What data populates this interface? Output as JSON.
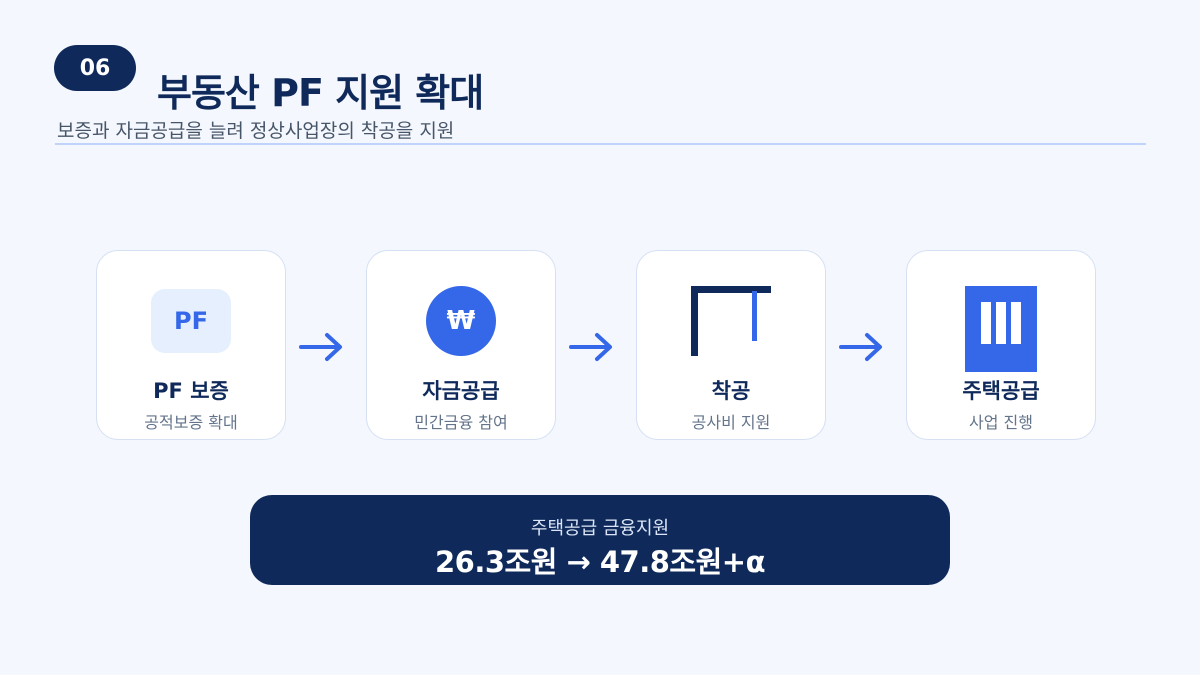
{
  "header": {
    "number": "06",
    "title": "부동산 PF 지원 확대",
    "subtitle": "보증과 자금공급을 늘려 정상사업장의 착공을 지원"
  },
  "steps": [
    {
      "icon": "pf-badge-icon",
      "icon_text": "PF",
      "title": "PF 보증",
      "desc": "공적보증 확대"
    },
    {
      "icon": "won-coin-icon",
      "icon_text": "₩",
      "title": "자금공급",
      "desc": "민간금융 참여"
    },
    {
      "icon": "construction-frame-icon",
      "title": "착공",
      "desc": "공사비 지원"
    },
    {
      "icon": "apartment-building-icon",
      "title": "주택공급",
      "desc": "사업 진행"
    }
  ],
  "arrow_icon": "right-arrow-icon",
  "summary": {
    "label": "주택공급 금융지원",
    "value": "26.3조원 → 47.8조원+α"
  },
  "colors": {
    "navy": "#0f2a5a",
    "accent_blue": "#3568e8",
    "light_blue": "#e6effe",
    "background": "#f4f7fd"
  }
}
